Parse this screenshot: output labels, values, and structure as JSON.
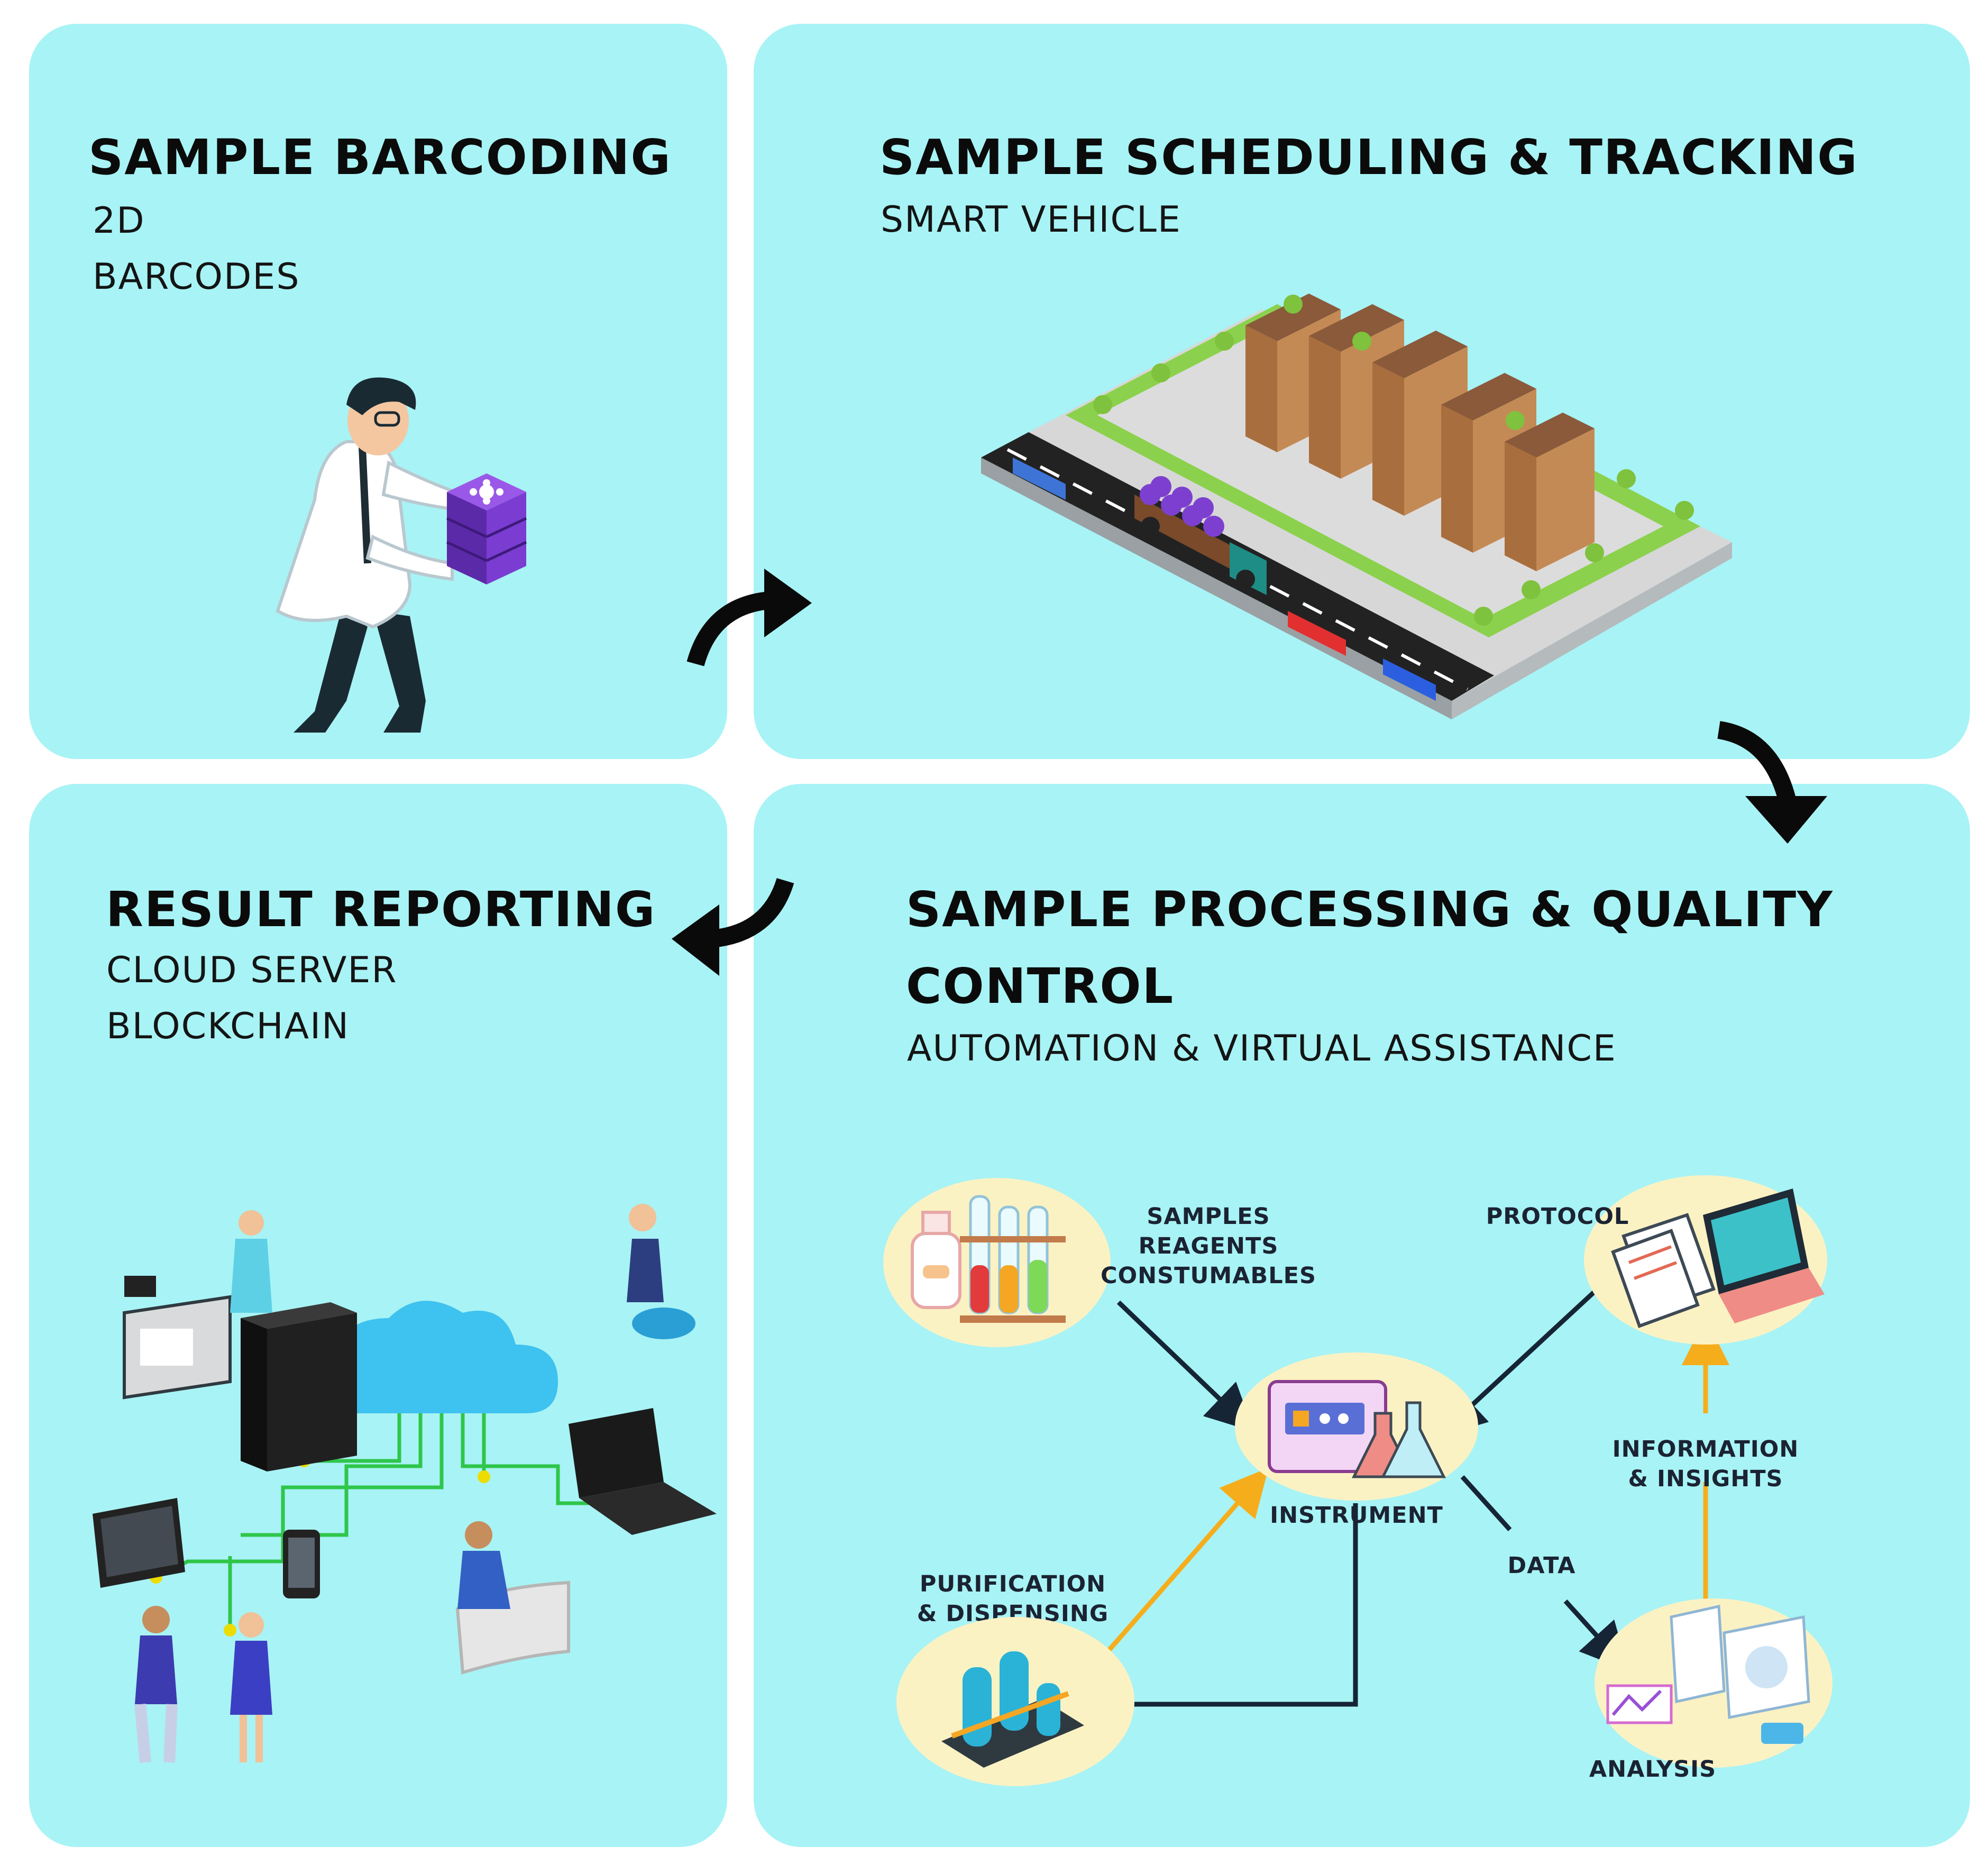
{
  "panels": {
    "barcoding": {
      "title": "SAMPLE BARCODING",
      "subtitle_lines": "2D\nBARCODES"
    },
    "scheduling": {
      "title": "SAMPLE SCHEDULING & TRACKING",
      "subtitle": "SMART VEHICLE"
    },
    "reporting": {
      "title": "RESULT REPORTING",
      "subtitle_lines": "CLOUD SERVER\nBLOCKCHAIN"
    },
    "processing": {
      "title_line1": "SAMPLE PROCESSING & QUALITY",
      "title_line2": "CONTROL",
      "subtitle": "AUTOMATION & VIRTUAL ASSISTANCE"
    }
  },
  "workflow": {
    "samples_label": "SAMPLES\nREAGENTS\nCONSTUMABLES",
    "protocol_label": "PROTOCOL",
    "instrument_label": "INSTRUMENT",
    "info_label": "INFORMATION\n& INSIGHTS",
    "data_label": "DATA",
    "purification_label": "PURIFICATION\n& DISPENSING",
    "analysis_label": "ANALYSIS"
  },
  "colors": {
    "panel_bg": "#a8f3f5",
    "node_bg": "#fbf2c4",
    "arrow_dark": "#152536",
    "arrow_orange": "#f6ad1c",
    "flow_arrow": "#0a0a0a",
    "circuit_green": "#2fc64a",
    "cloud_blue": "#3ec2ef"
  },
  "icons": [
    "scientist-icon",
    "barcode-box-icon",
    "city-block-icon",
    "truck-icon",
    "car-icon",
    "cloud-server-icon",
    "computer-tower-icon",
    "laptop-icon",
    "tablet-icon",
    "smartphone-icon",
    "people-icon",
    "test-tubes-icon",
    "instrument-icon",
    "laptop-protocol-icon",
    "purification-columns-icon",
    "analysis-screens-icon",
    "curved-arrow-icon"
  ]
}
